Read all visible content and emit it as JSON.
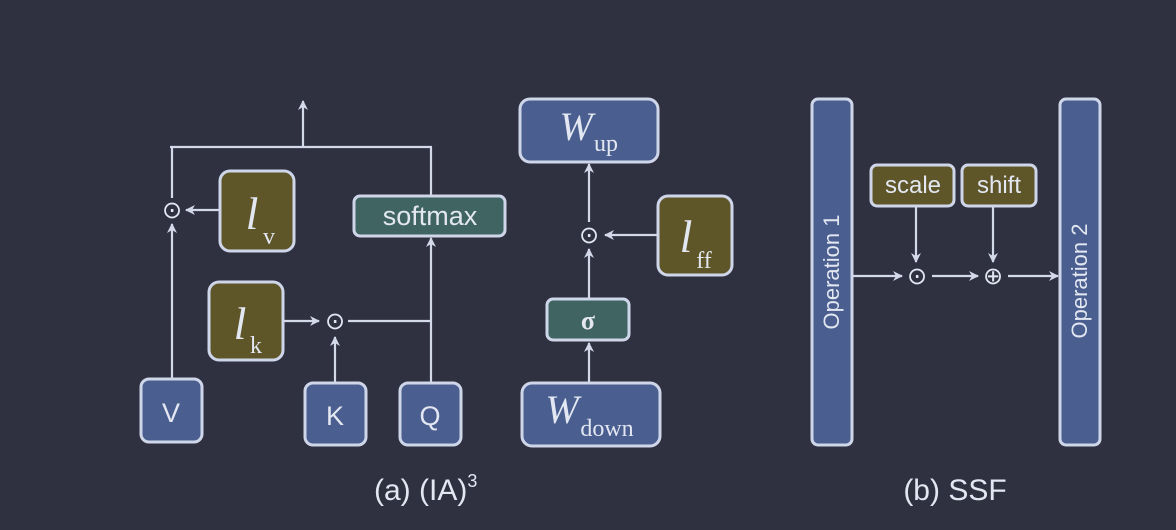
{
  "ia3": {
    "v": "V",
    "k": "K",
    "q": "Q",
    "softmax": "softmax",
    "l_v": {
      "base": "l",
      "sub": "v"
    },
    "l_k": {
      "base": "l",
      "sub": "k"
    },
    "l_ff": {
      "base": "l",
      "sub": "ff"
    },
    "w_up": {
      "base": "W",
      "sub": "up"
    },
    "w_down": {
      "base": "W",
      "sub": "down"
    },
    "sigma": "σ",
    "caption": "(a) (IA)",
    "caption_sup": "3"
  },
  "ssf": {
    "op1": "Operation 1",
    "op2": "Operation 2",
    "scale": "scale",
    "shift": "shift",
    "caption": "(b) SSF"
  },
  "symbols": {
    "hadamard": "⊙",
    "plus": "⊕"
  },
  "colors": {
    "background": "#2f3140",
    "blue_box": "#4a5f8f",
    "olive_box": "#5e5628",
    "teal_box": "#3f6461",
    "line": "#d4d9ea"
  }
}
